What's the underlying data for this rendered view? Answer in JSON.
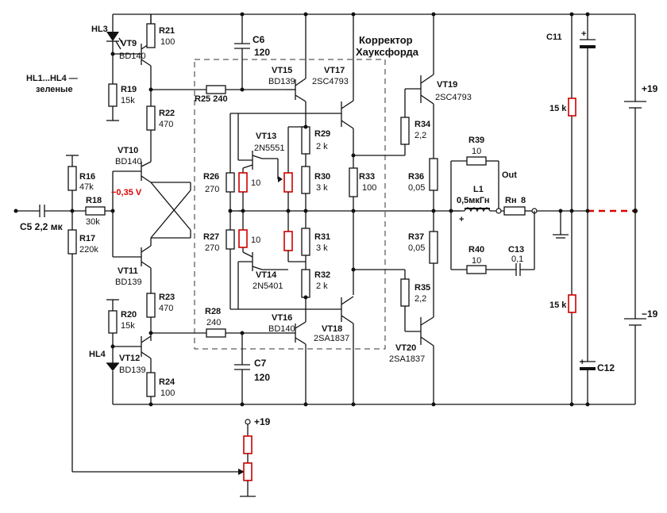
{
  "labels": {
    "corrector_line1": "Корректор",
    "corrector_line2": "Хауксфорда",
    "hl3": "HL3",
    "hl4": "HL4",
    "hl_group": "HL1...HL4 —",
    "green": "зеленые",
    "vt9": "VT9",
    "vt10": "VT10",
    "vt11": "VT11",
    "vt12": "VT12",
    "vt13": "VT13",
    "vt14": "VT14",
    "vt15": "VT15",
    "vt16": "VT16",
    "vt17": "VT17",
    "vt18": "VT18",
    "vt19": "VT19",
    "vt20": "VT20",
    "bd139": "BD139",
    "bd140": "BD140",
    "n5551": "2N5551",
    "n5401": "2N5401",
    "sc4793": "2SC4793",
    "sa1837": "2SA1837",
    "r16": "R16",
    "r17": "R17",
    "r18": "R18",
    "r19": "R19",
    "r20": "R20",
    "r21": "R21",
    "r22": "R22",
    "r23": "R23",
    "r24": "R24",
    "r25": "R25 240",
    "r26": "R26",
    "r27": "R27",
    "r28": "R28",
    "r29": "R29",
    "r30": "R30",
    "r31": "R31",
    "r32": "R32",
    "r33": "R33",
    "r34": "R34",
    "r35": "R35",
    "r36": "R36",
    "r37": "R37",
    "r39": "R39",
    "r40": "R40",
    "c5": "C5 2,2 мк",
    "c6": "C6",
    "c7": "C7",
    "c11": "C11",
    "c12": "C12",
    "c13": "C13",
    "l1": "L1",
    "inductance": "0,5мкГн",
    "rn": "Rн",
    "v8": "8",
    "out": "Out",
    "voltage": "−0,35 V",
    "k47": "47k",
    "k30": "30k",
    "k220": "220k",
    "k15": "15k",
    "k15_space": "15 k",
    "k2": "2 k",
    "k3": "3 k",
    "v100": "100",
    "v470": "470",
    "v270": "270",
    "v240": "240",
    "v120": "120",
    "v10": "10",
    "v22": "2,2",
    "v005": "0,05",
    "v01": "0,1",
    "plus": "+",
    "plus19": "+19",
    "minus19": "−19"
  }
}
